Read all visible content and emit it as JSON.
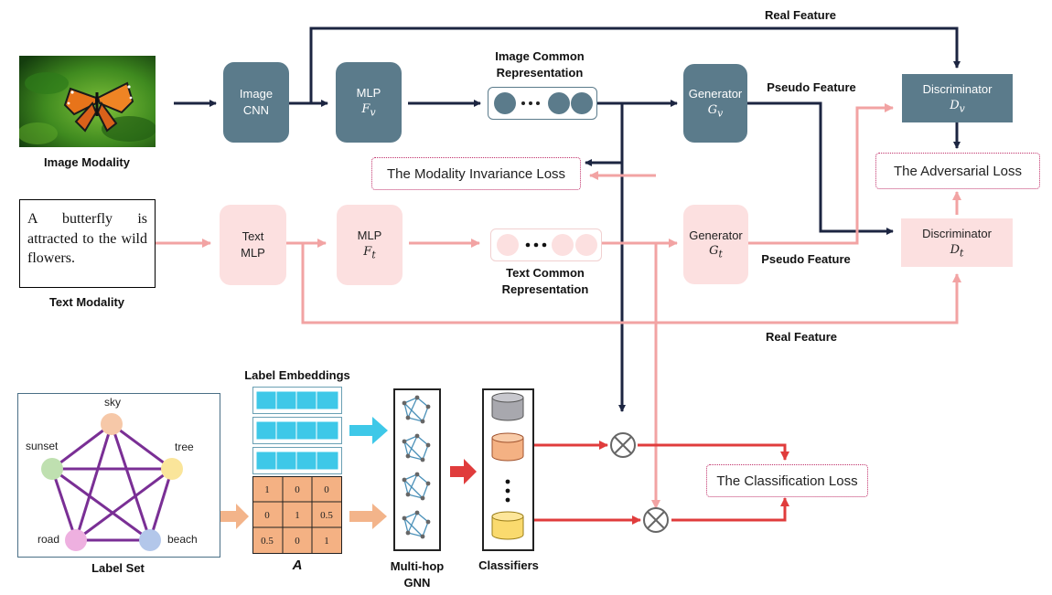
{
  "image_modality": {
    "caption": "Image Modality",
    "image_cnn": [
      "Image",
      "CNN"
    ],
    "mlp": {
      "label": "MLP",
      "symbol": "F_v"
    },
    "common_rep": [
      "Image Common",
      "Representation"
    ],
    "generator": {
      "label": "Generator",
      "symbol": "G_v"
    },
    "discriminator": {
      "label": "Discriminator",
      "symbol": "D_v"
    }
  },
  "text_modality": {
    "caption": "Text Modality",
    "sample_text": "A butterfly is attracted to the wild flowers.",
    "text_mlp": [
      "Text",
      "MLP"
    ],
    "mlp": {
      "label": "MLP",
      "symbol": "F_t"
    },
    "common_rep": [
      "Text Common",
      "Representation"
    ],
    "generator": {
      "label": "Generator",
      "symbol": "G_t"
    },
    "discriminator": {
      "label": "Discriminator",
      "symbol": "D_t"
    }
  },
  "flow_labels": {
    "real_feature_top": "Real Feature",
    "pseudo_feature_top": "Pseudo Feature",
    "pseudo_feature_bottom": "Pseudo Feature",
    "real_feature_bottom": "Real Feature"
  },
  "losses": {
    "modality_invariance": "The Modality  Invariance Loss",
    "adversarial": "The Adversarial Loss",
    "classification": "The Classification Loss"
  },
  "label_graph": {
    "caption": "Label Set",
    "nodes": [
      {
        "name": "sky",
        "color": "#f6c8a8"
      },
      {
        "name": "sunset",
        "color": "#bfe0b0"
      },
      {
        "name": "tree",
        "color": "#fae59a"
      },
      {
        "name": "road",
        "color": "#eeb0e0"
      },
      {
        "name": "beach",
        "color": "#b3c7ea"
      }
    ],
    "edge_color": "#7a2f95"
  },
  "label_embeddings": {
    "title": "Label Embeddings"
  },
  "adjacency": {
    "symbol": "A",
    "rows": [
      [
        "1",
        "0",
        "0"
      ],
      [
        "0",
        "1",
        "0.5"
      ],
      [
        "0.5",
        "0",
        "1"
      ]
    ]
  },
  "gnn": {
    "caption": [
      "Multi-hop",
      "GNN"
    ]
  },
  "classifiers": {
    "caption": "Classifiers"
  },
  "colors": {
    "dark_box": "#5b7b8b",
    "pink_box": "#fce0e0",
    "dark_arrow": "#1c2541",
    "pink_arrow": "#f2a3a3",
    "red_arrow": "#e03c3c",
    "cyan_arrow": "#3ec8e8",
    "orange_arrow": "#f3b48a"
  }
}
